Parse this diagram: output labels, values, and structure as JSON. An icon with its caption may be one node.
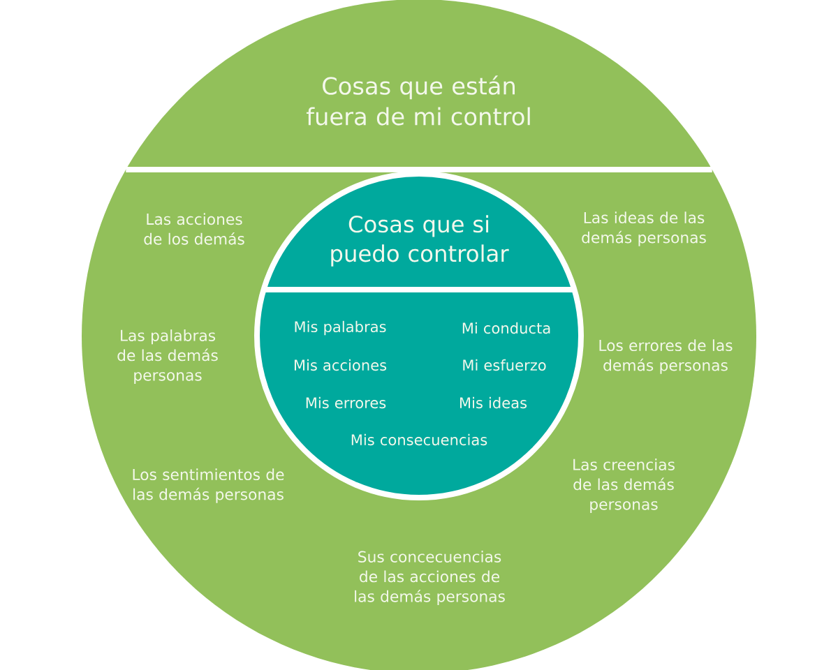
{
  "diagram": {
    "nodes": [
      {
        "text": [
          "Cosas que están fuera de mi control",
          "Las acciones de los demás",
          "Las ideas de las demás personas",
          "Las palabras de las demás personas",
          "Los errores de las demás personas",
          "Los sentimientos de las demás personas",
          "Las creencias de las demás personas",
          "Sus concecuencias de las acciones de las demás personas"
        ]
      },
      {
        "text": [
          "Cosas que si puedo controlar",
          "Mis palabras",
          "Mi conducta",
          "Mis acciones",
          "Mi esfuerzo",
          "Mis errores",
          "Mis ideas",
          "Mis consecuencias"
        ],
        "in": 0
      }
    ]
  }
}
